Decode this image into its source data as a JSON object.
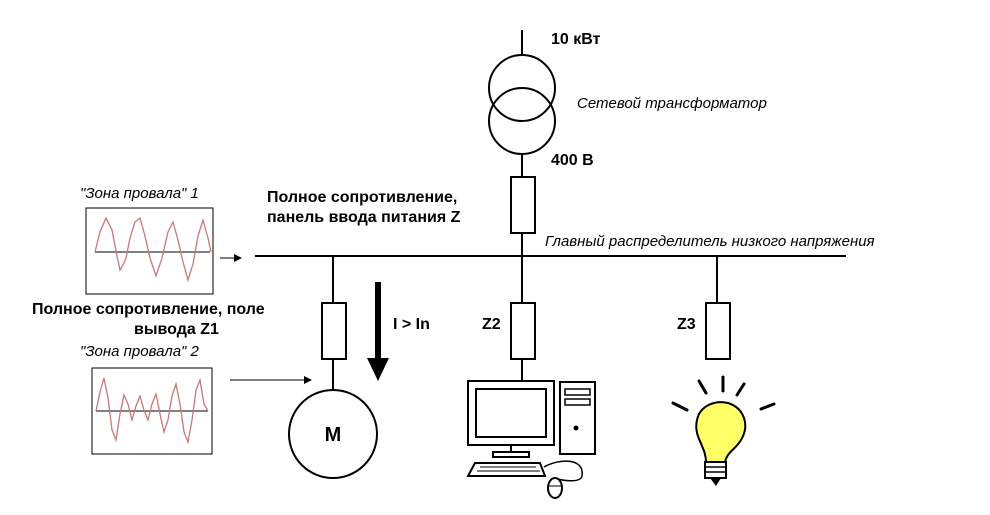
{
  "transformer": {
    "power_label": "10 кВт",
    "name_label": "Сетевой трансформатор",
    "voltage_label": "400 В"
  },
  "incomer": {
    "impedance_line1": "Полное сопротивление,",
    "impedance_line2": "панель ввода питания Z"
  },
  "busbar": {
    "label": "Главный распределитель низкого напряжения"
  },
  "dip_zone_1": {
    "title": "\"Зона провала\" 1"
  },
  "dip_zone_2": {
    "title": "\"Зона провала\" 2"
  },
  "feeder_z1": {
    "line1": "Полное сопротивление, поле",
    "line2": "вывода Z1"
  },
  "motor": {
    "symbol": "M"
  },
  "current_label": "I > In",
  "feeder_z2": {
    "label": "Z2"
  },
  "feeder_z3": {
    "label": "Z3"
  },
  "colors": {
    "waveform": "#c87878",
    "lamp": "#ffff66",
    "line": "#000000"
  }
}
